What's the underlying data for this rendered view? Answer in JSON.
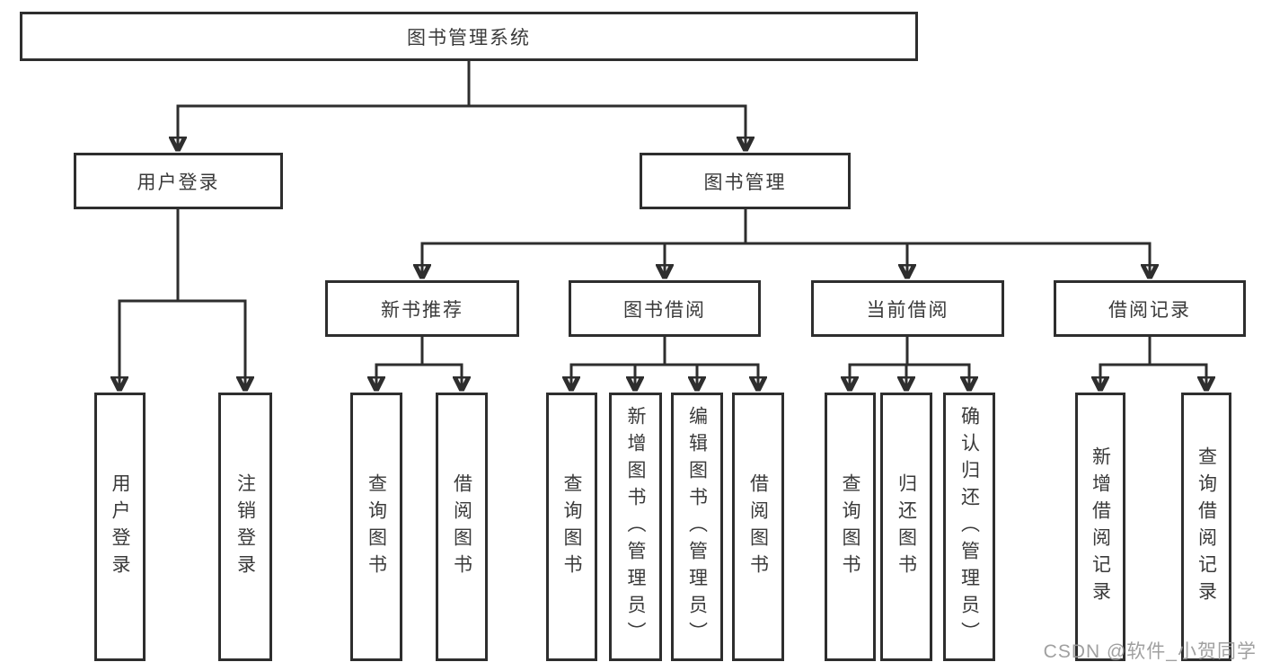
{
  "colors": {
    "line": "#2e2e2e",
    "text": "#3a3a3a",
    "watermark": "#989898",
    "background": "#ffffff"
  },
  "watermark": "CSDN @软件_小贺同学",
  "tree": {
    "root": {
      "label": "图书管理系统",
      "children": [
        {
          "label": "用户登录",
          "children": [
            {
              "label": "用户登录"
            },
            {
              "label": "注销登录"
            }
          ]
        },
        {
          "label": "图书管理",
          "children": [
            {
              "label": "新书推荐",
              "children": [
                {
                  "label": "查询图书"
                },
                {
                  "label": "借阅图书"
                }
              ]
            },
            {
              "label": "图书借阅",
              "children": [
                {
                  "label": "查询图书"
                },
                {
                  "label": "新增图书（管理员）"
                },
                {
                  "label": "编辑图书（管理员）"
                },
                {
                  "label": "借阅图书"
                }
              ]
            },
            {
              "label": "当前借阅",
              "children": [
                {
                  "label": "查询图书"
                },
                {
                  "label": "归还图书"
                },
                {
                  "label": "确认归还（管理员）"
                }
              ]
            },
            {
              "label": "借阅记录",
              "children": [
                {
                  "label": "新增借阅记录"
                },
                {
                  "label": "查询借阅记录"
                }
              ]
            }
          ]
        }
      ]
    }
  }
}
